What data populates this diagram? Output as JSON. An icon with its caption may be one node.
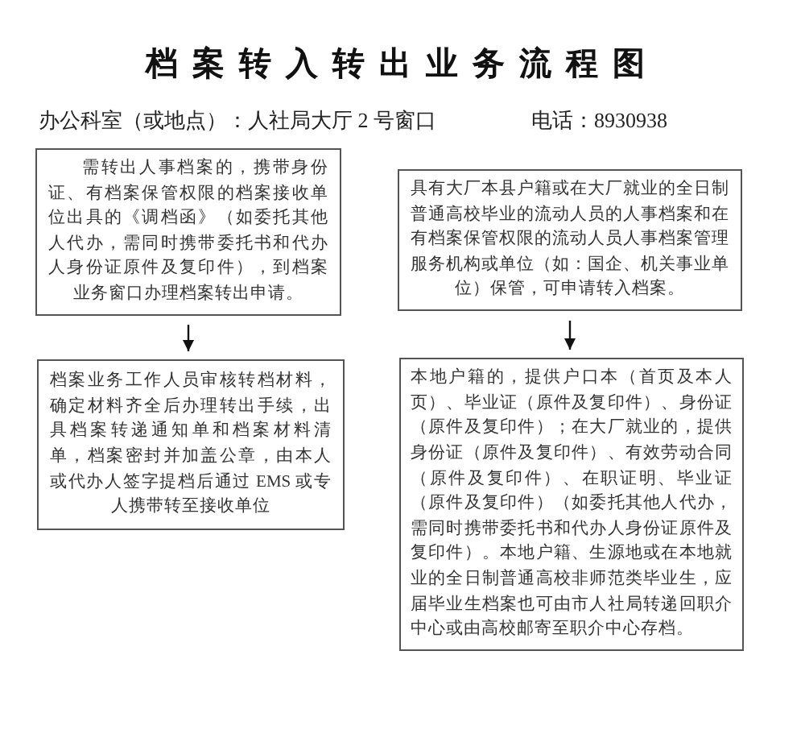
{
  "diagram": {
    "title": "档案转入转出业务流程图",
    "nodes": [
      {
        "text": [
          "需转出人事档案的，携带身份证、有档案保管权限的档案接收单位出具的《调档函》（如委托其他人代办，需同时携带委托书和代办人身份证原件及复印件），到档案业务窗口办理档案转出申请。"
        ]
      },
      {
        "text": [
          "具有大厂本县户籍或在大厂就业的全日制普通高校毕业的流动人员的人事档案和在有档案保管权限的流动人员人事档案管理服务机构或单位（如：国企、机关事业单位）保管，可申请转入档案。"
        ]
      },
      {
        "text": [
          "档案业务工作人员审核转档材料，确定材料齐全后办理转出手续，出具档案转递通知单和档案材料清单，档案密封并加盖公章，由本人或代办人签字提档后通过 EMS 或专人携带转至接收单位"
        ]
      },
      {
        "text": [
          "本地户籍的，提供户口本（首页及本人页）、毕业证（原件及复印件）、身份证（原件及复印件）；在大厂就业的，提供身份证（原件及复印件）、有效劳动合同（原件及复印件）、在职证明、毕业证（原件及复印件）（如委托其他人代办，需同时携带委托书和代办人身份证原件及复印件）。本地户籍、生源地或在本地就业的全日制普通高校非师范类毕业生，应届毕业生档案也可由市人社局转递回职介中心或由高校邮寄至职介中心存档。"
        ]
      }
    ],
    "edges": [
      {
        "from": 0,
        "to": 2,
        "arrow": "to"
      },
      {
        "from": 1,
        "to": 3,
        "arrow": "to"
      }
    ],
    "labels": [
      "办公科室（或地点）：人社局大厅 2 号窗口",
      "电话：8930938"
    ]
  }
}
